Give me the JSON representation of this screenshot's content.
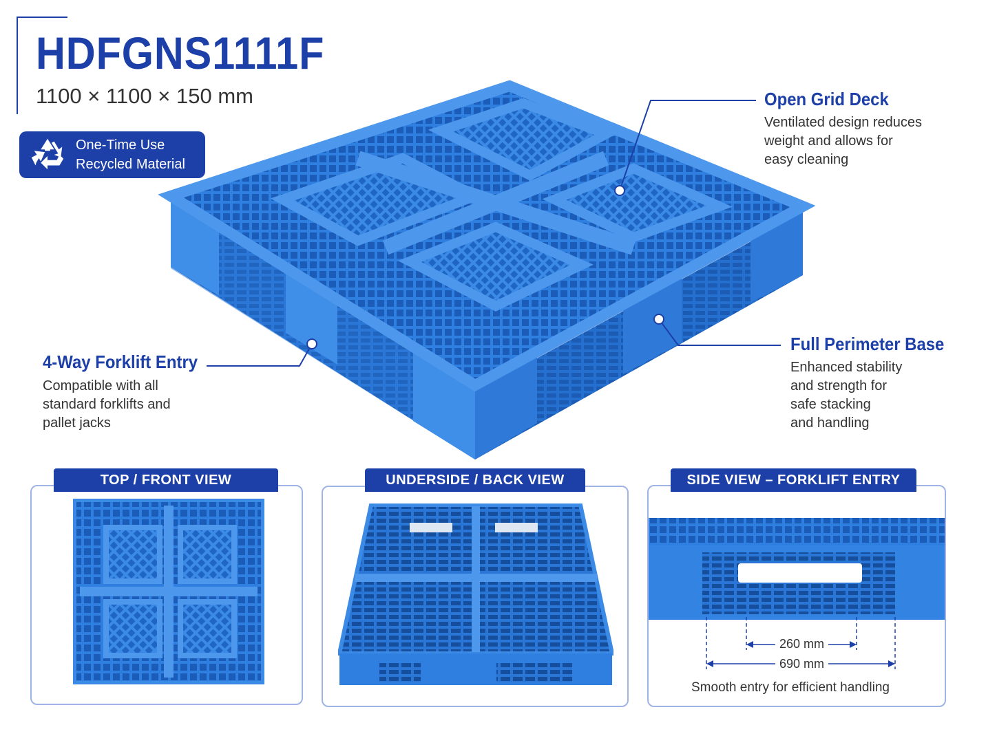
{
  "product": {
    "model": "HDFGNS1111F",
    "dimensions": "1100 × 1100 × 150 mm"
  },
  "badge": {
    "line1": "One-Time Use",
    "line2": "Recycled Material",
    "icon": "recycle-icon"
  },
  "callouts": {
    "grid_deck": {
      "title": "Open Grid Deck",
      "lines": [
        "Ventilated design reduces",
        "weight and allows for",
        "easy cleaning"
      ]
    },
    "forklift_entry": {
      "title": "4-Way Forklift Entry",
      "lines": [
        "Compatible with all",
        "standard forklifts and",
        "pallet jacks"
      ]
    },
    "perimeter_base": {
      "title": "Full Perimeter Base",
      "lines": [
        "Enhanced stability",
        "and strength for",
        "safe stacking",
        "and handling"
      ]
    }
  },
  "views": {
    "top": {
      "label": "TOP / FRONT VIEW"
    },
    "under": {
      "label": "UNDERSIDE / BACK VIEW"
    },
    "side": {
      "label": "SIDE VIEW – FORKLIFT ENTRY",
      "inner_measure": "260 mm",
      "outer_measure": "690 mm",
      "caption": "Smooth entry for efficient handling"
    }
  },
  "colors": {
    "brand": "#1d3fa8",
    "pallet": "#2f7fe0",
    "pallet_dark": "#1f66c4",
    "pallet_light": "#5aa2ee",
    "panel_border": "#9fb3e6"
  }
}
